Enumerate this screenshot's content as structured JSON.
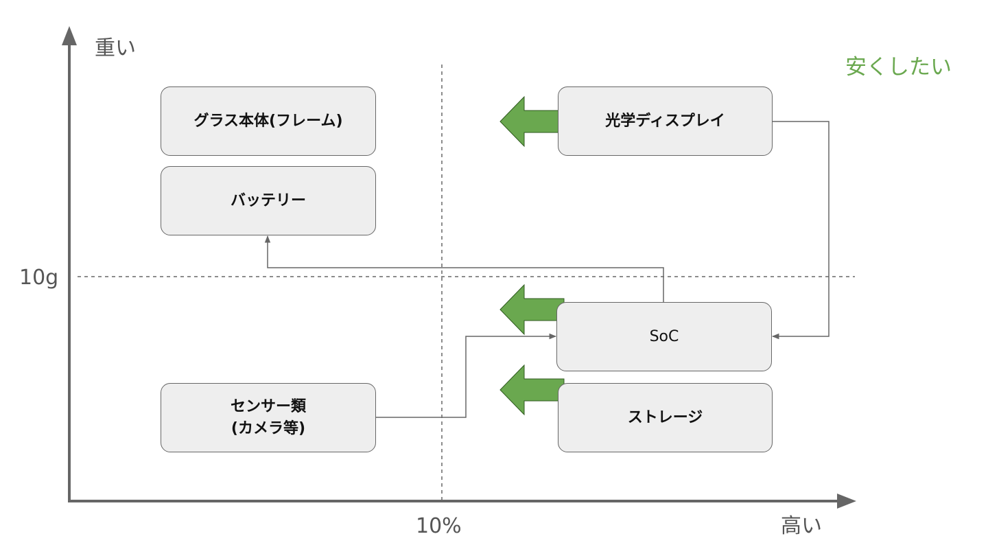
{
  "axes": {
    "y_label": "重い",
    "x_label": "高い",
    "y_threshold_label": "10g",
    "x_threshold_label": "10%"
  },
  "annotation": {
    "text": "安くしたい",
    "color": "#6aa84f"
  },
  "components": {
    "frame": "グラス本体(フレーム)",
    "battery": "バッテリー",
    "optical_display": "光学ディスプレイ",
    "soc": "SoC",
    "storage": "ストレージ",
    "sensors_line1": "センサー類",
    "sensors_line2": "(カメラ等)"
  },
  "cost_reduction_targets": [
    "光学ディスプレイ",
    "SoC",
    "ストレージ"
  ],
  "colors": {
    "arrow_fill": "#6aa84f",
    "box_fill": "#eeeeee",
    "axis": "#666666"
  }
}
